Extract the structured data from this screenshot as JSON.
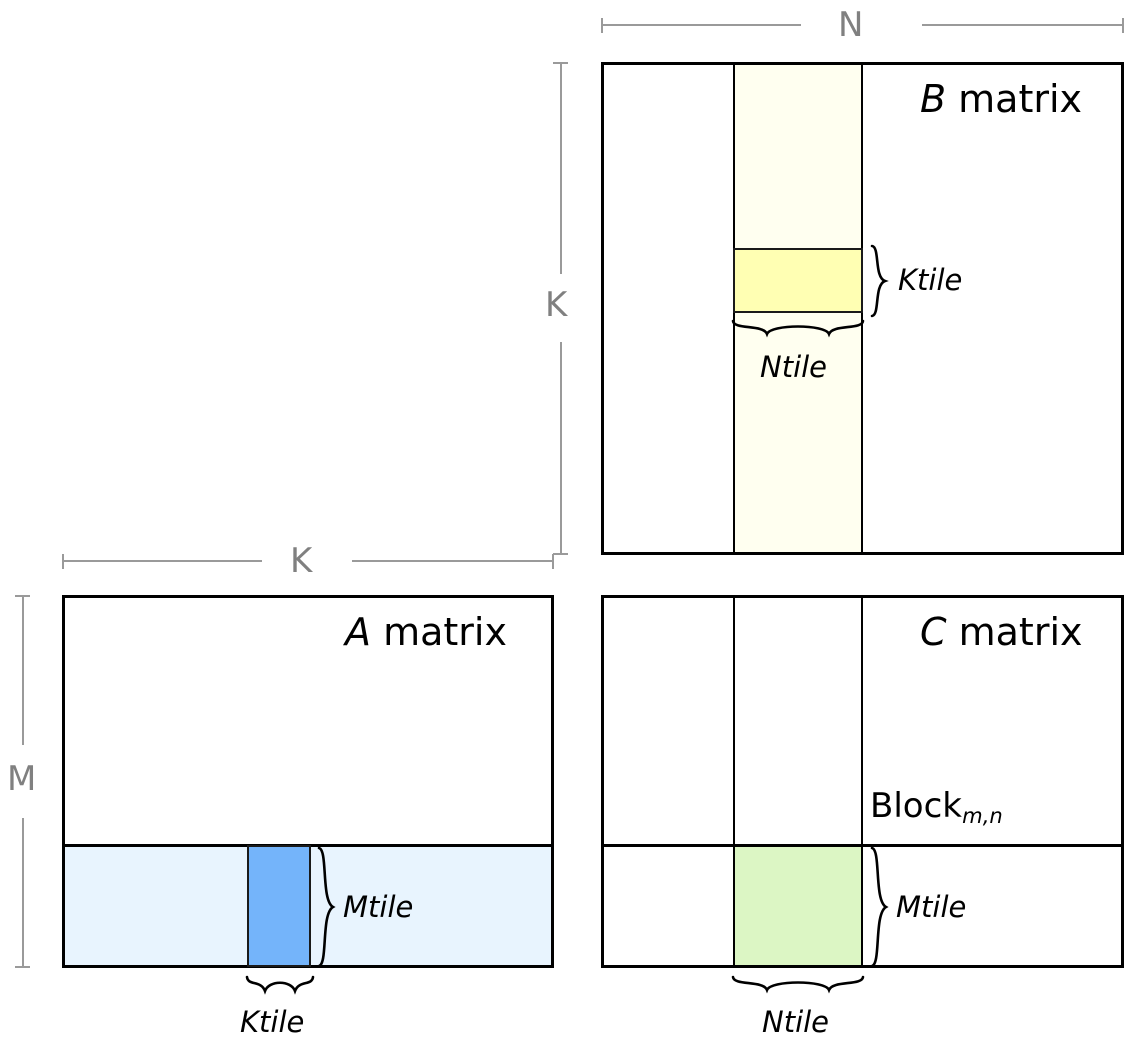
{
  "diagram": {
    "title_hidden": "",
    "matrices": [
      {
        "id": "b",
        "label_symbol": "B",
        "label_word": " matrix",
        "panel_fill_color": "#fffff0",
        "tile_fill_color": "#ffffb3",
        "tile_dim_label": "Ktile",
        "panel_dim_label": "Ntile"
      },
      {
        "id": "a",
        "label_symbol": "A",
        "label_word": " matrix",
        "panel_fill_color": "#e8f4fe",
        "tile_fill_color": "#74b4fa",
        "tile_dim_label": "Mtile",
        "panel_dim_label": "Ktile"
      },
      {
        "id": "c",
        "label_symbol": "C",
        "label_word": " matrix",
        "panel_fill_color": "#ffffff",
        "tile_fill_color": "#dcf6c4",
        "tile_dim_label": "Mtile",
        "panel_dim_label": "Ntile",
        "block_label_base": "Block",
        "block_label_sub": "m,n"
      }
    ],
    "dimensions": {
      "n": "N",
      "k_vertical": "K",
      "k_horizontal": "K",
      "m": "M"
    },
    "colors": {
      "outline": "#000000",
      "dimension_rule": "#9a9a9a",
      "dimension_text": "#808080",
      "b_panel": "#fffff0",
      "b_tile": "#ffffb3",
      "a_panel": "#e8f4fe",
      "a_tile": "#74b4fa",
      "c_tile": "#dcf6c4"
    }
  }
}
